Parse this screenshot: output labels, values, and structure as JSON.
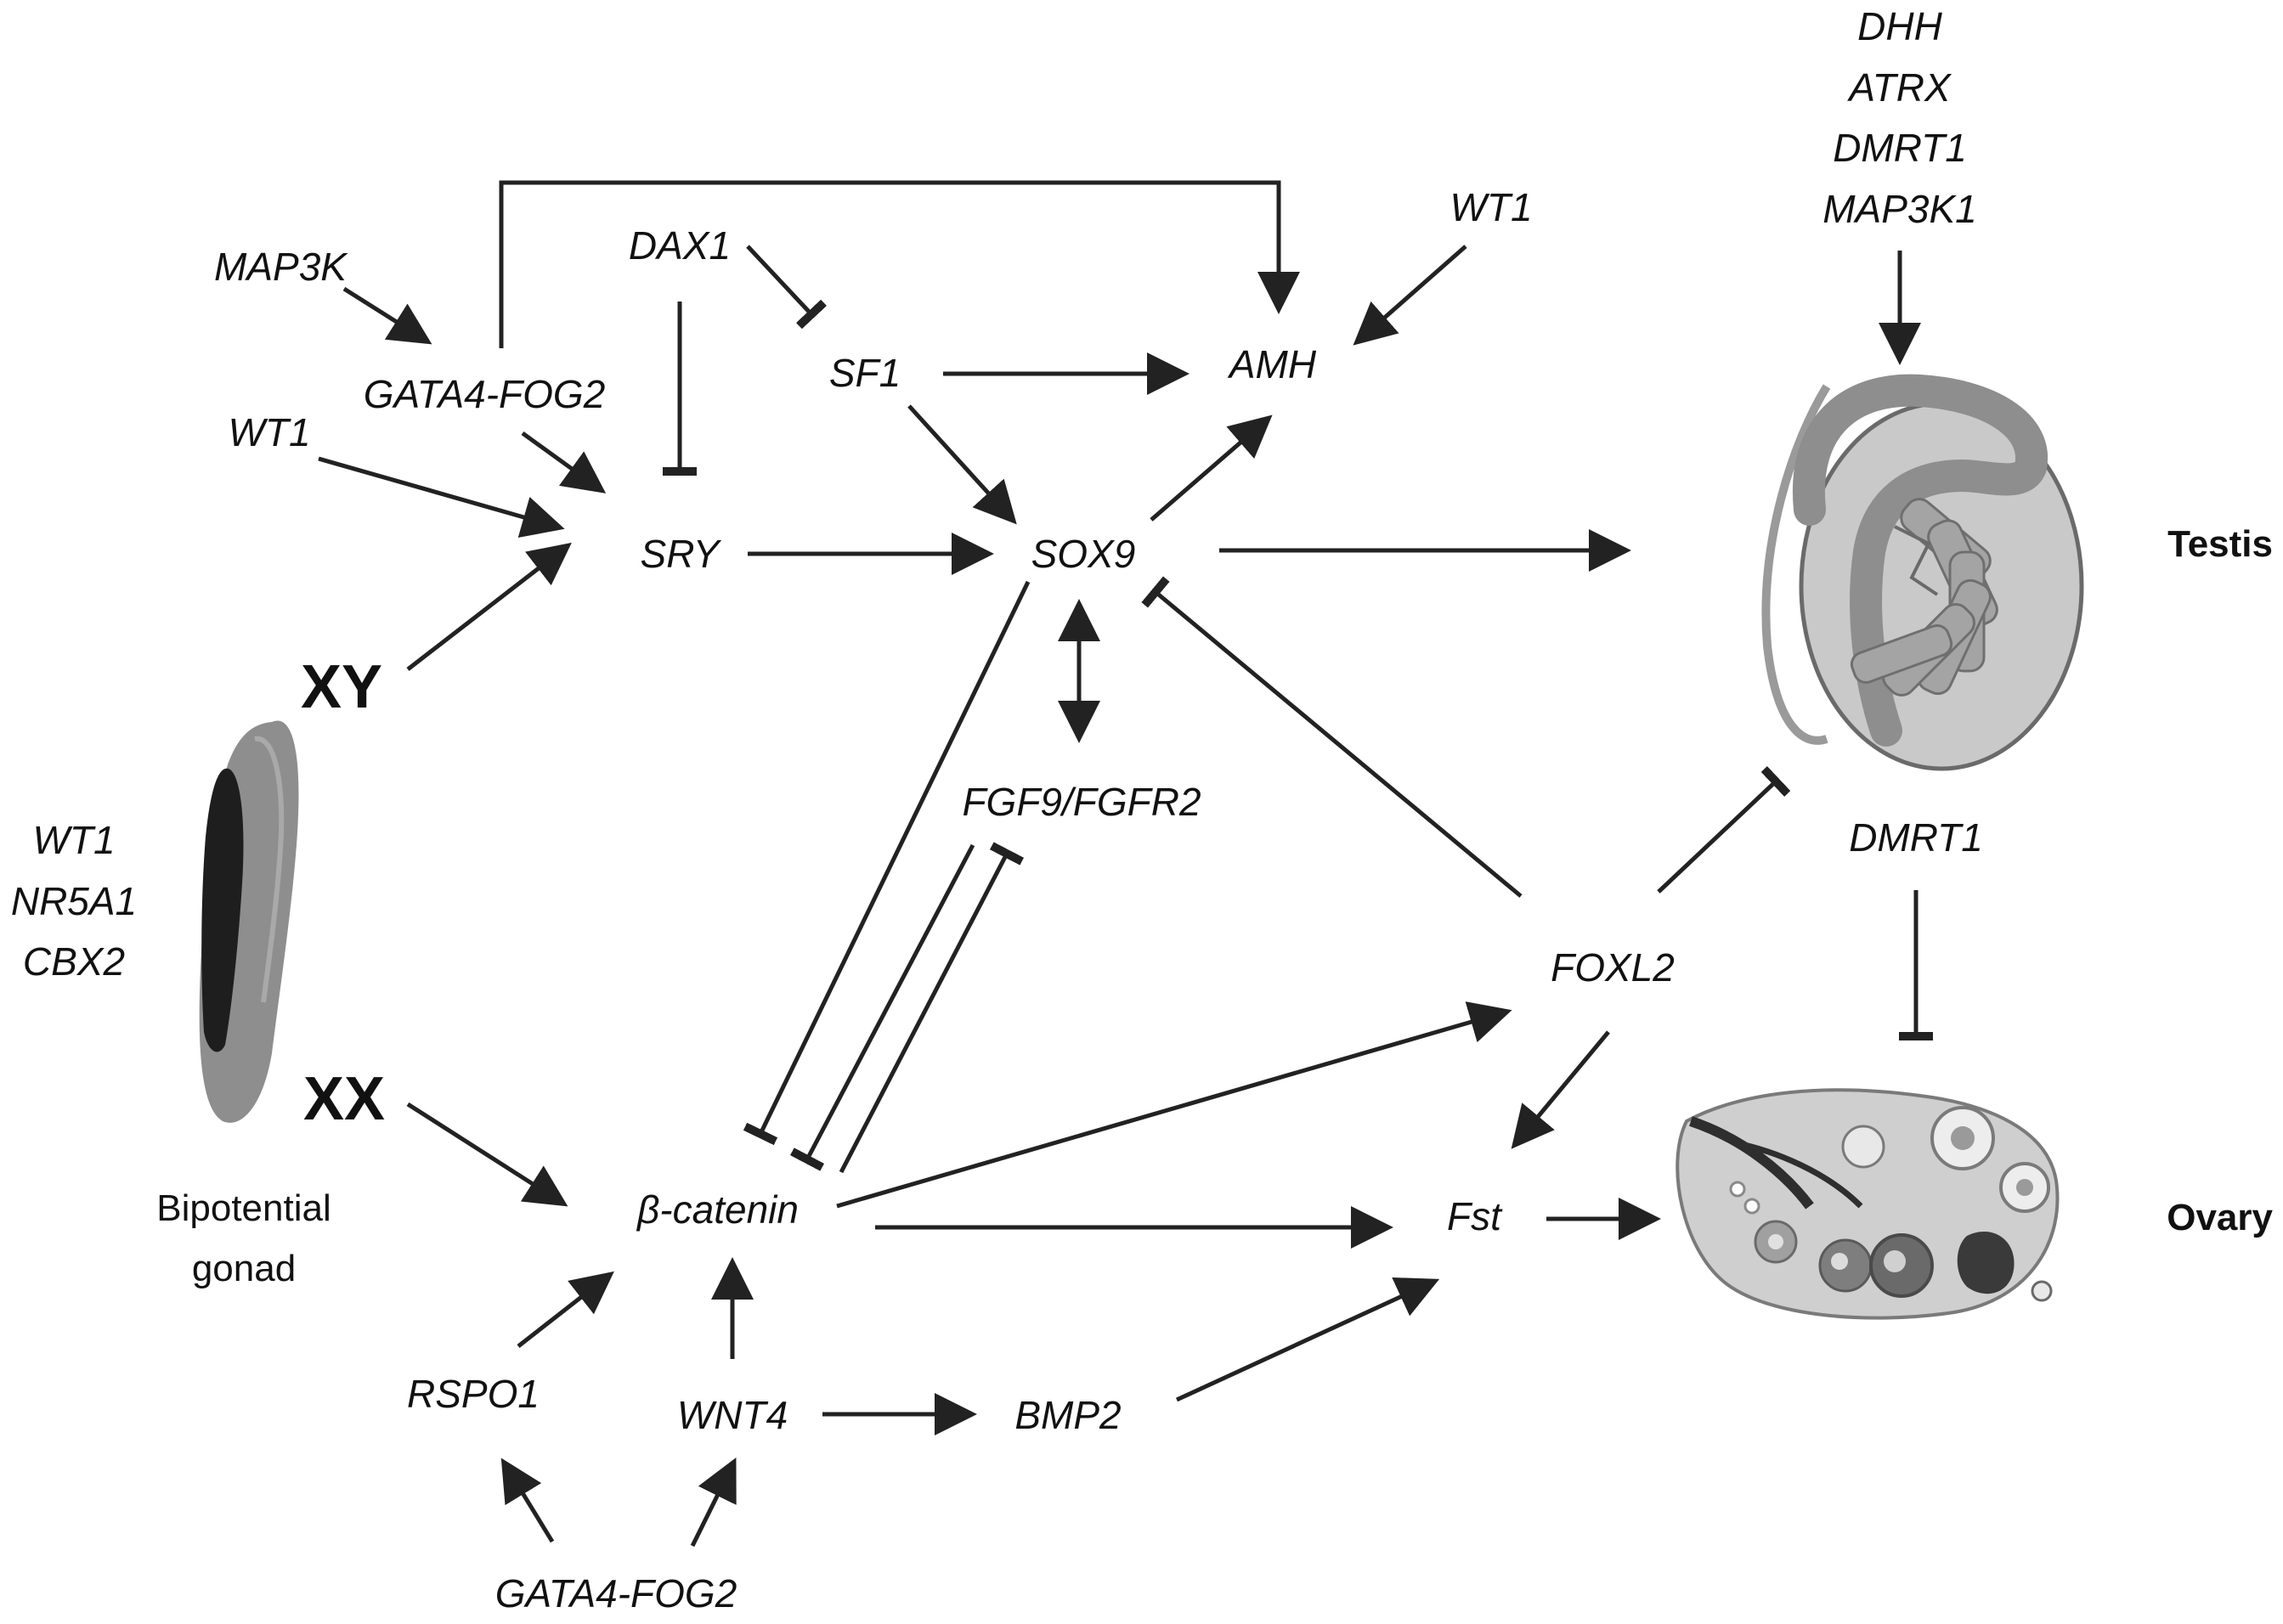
{
  "labels": {
    "map3k": "MAP3K",
    "gata4_fog2_top": "GATA4-FOG2",
    "wt1_left": "WT1",
    "dax1": "DAX1",
    "sf1": "SF1",
    "amh": "AMH",
    "wt1_top": "WT1",
    "sry": "SRY",
    "sox9": "SOX9",
    "dhh": "DHH",
    "atrx": "ATRX",
    "dmrt1_top": "DMRT1",
    "map3k1": "MAP3K1",
    "xy": "XY",
    "xx": "XX",
    "wt1_gonad": "WT1",
    "nr5a1": "NR5A1",
    "cbx2": "CBX2",
    "fgf9_fgfr2": "FGF9/FGFR2",
    "dmrt1_mid": "DMRT1",
    "foxl2": "FOXL2",
    "beta_catenin": "β-catenin",
    "fst": "Fst",
    "rspo1": "RSPO1",
    "wnt4": "WNT4",
    "bmp2": "BMP2",
    "gata4_fog2_bottom": "GATA4-FOG2",
    "testis": "Testis",
    "ovary": "Ovary",
    "bipotential_line1": "Bipotential",
    "bipotential_line2": "gonad"
  },
  "icons": {
    "gonad": "bipotential-gonad-illustration",
    "testis": "testis-illustration",
    "ovary": "ovary-illustration"
  },
  "colors": {
    "ink": "#222222",
    "tissue_light": "#b8b8b8",
    "tissue_mid": "#8a8a8a",
    "tissue_dark": "#2a2a2a"
  }
}
